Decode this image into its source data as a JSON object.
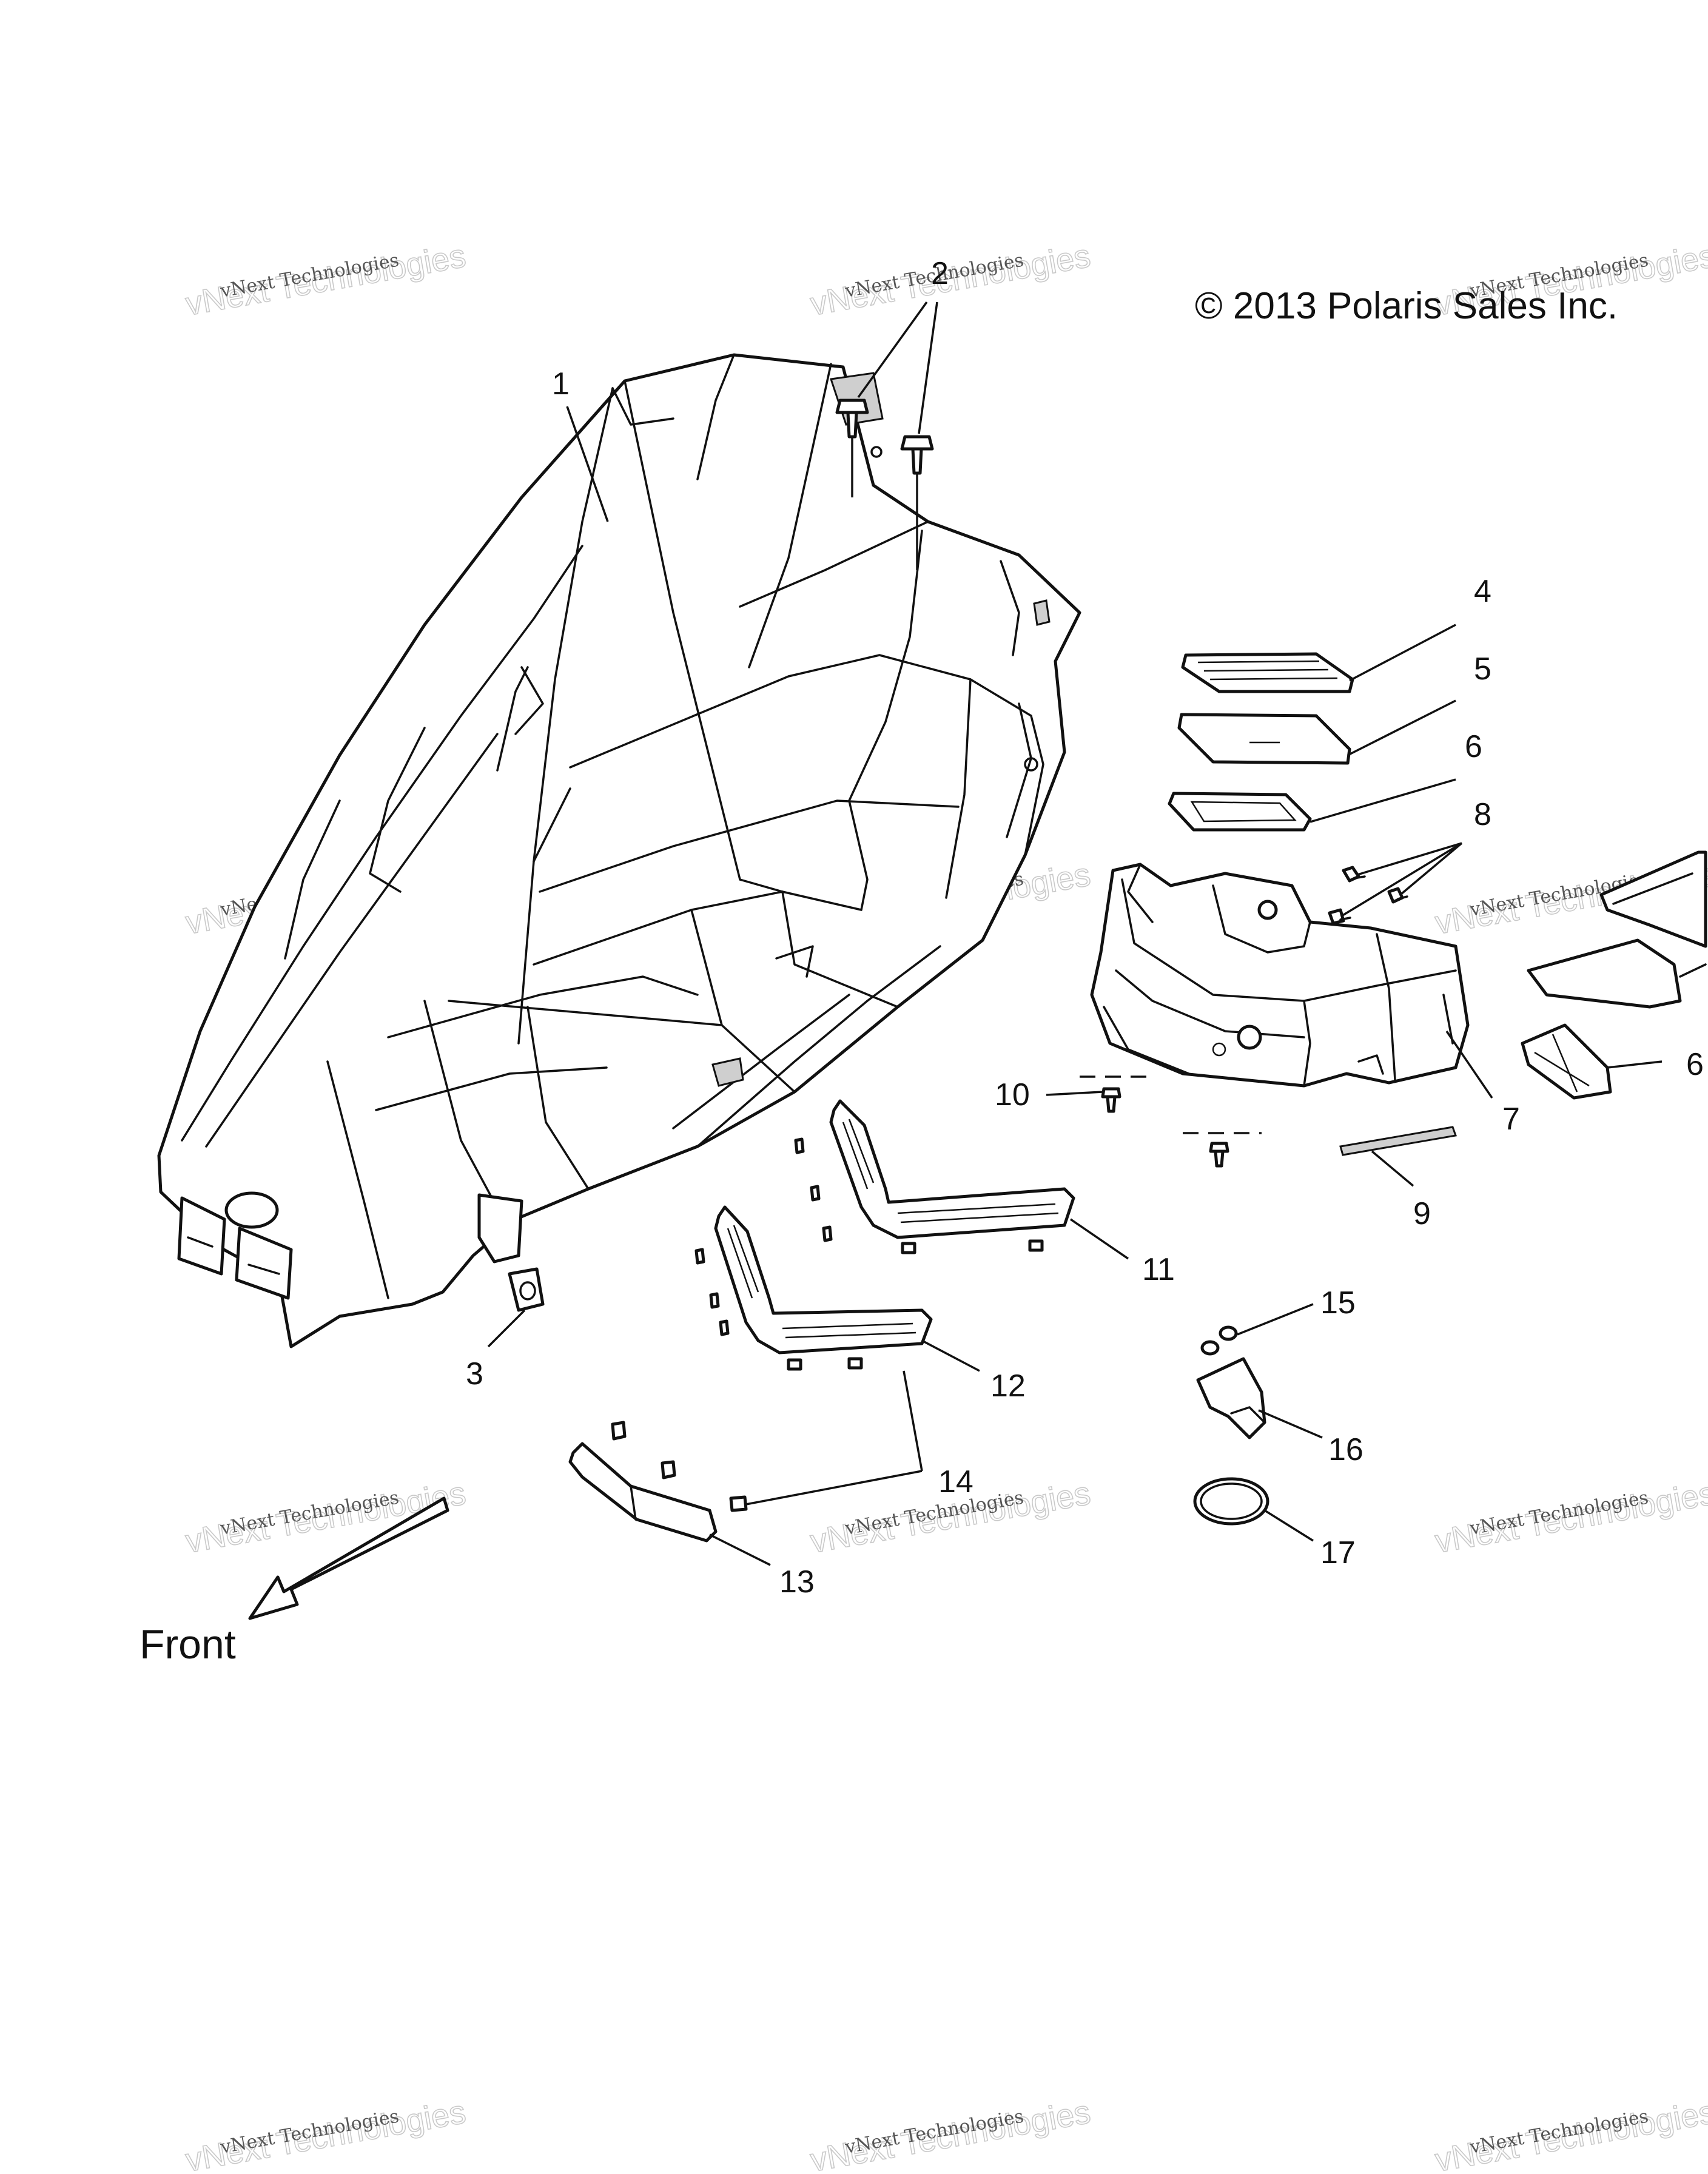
{
  "copyright": "© 2013 Polaris Sales Inc.",
  "front_label": "Front",
  "watermark": {
    "line_big": "vNext Technologies",
    "line_small": "vNext Technologies"
  },
  "callouts": [
    "1",
    "2",
    "3",
    "4",
    "5",
    "6",
    "7",
    "8",
    "9",
    "10",
    "11",
    "12",
    "13",
    "14",
    "15",
    "16",
    "17",
    "6"
  ]
}
